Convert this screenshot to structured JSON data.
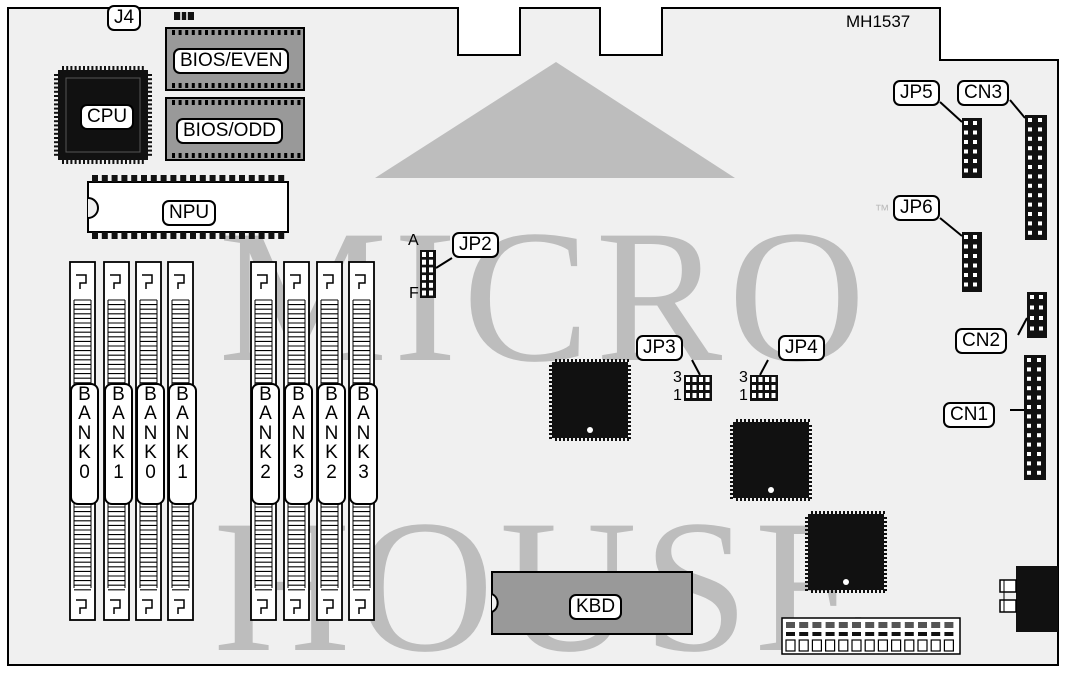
{
  "board_id": "MH1537",
  "tm": "™",
  "watermark": {
    "text_line1": "MICRO",
    "text_line2": "HOUSE"
  },
  "components": {
    "cpu": "CPU",
    "npu": "NPU",
    "bios_even": "BIOS/EVEN",
    "bios_odd": "BIOS/ODD",
    "kbd": "KBD"
  },
  "jumpers": {
    "j4": "J4",
    "jp2": "JP2",
    "jp2_top_pin": "A",
    "jp2_bottom_pin": "F",
    "jp3": "JP3",
    "jp4": "JP4",
    "jp5": "JP5",
    "jp6": "JP6",
    "pin3": "3",
    "pin1": "1"
  },
  "connectors": {
    "cn1": "CN1",
    "cn2": "CN2",
    "cn3": "CN3"
  },
  "banks": [
    {
      "letters": [
        "B",
        "A",
        "N",
        "K",
        "0"
      ]
    },
    {
      "letters": [
        "B",
        "A",
        "N",
        "K",
        "1"
      ]
    },
    {
      "letters": [
        "B",
        "A",
        "N",
        "K",
        "0"
      ]
    },
    {
      "letters": [
        "B",
        "A",
        "N",
        "K",
        "1"
      ]
    },
    {
      "letters": [
        "B",
        "A",
        "N",
        "K",
        "2"
      ]
    },
    {
      "letters": [
        "B",
        "A",
        "N",
        "K",
        "3"
      ]
    },
    {
      "letters": [
        "B",
        "A",
        "N",
        "K",
        "2"
      ]
    },
    {
      "letters": [
        "B",
        "A",
        "N",
        "K",
        "3"
      ]
    }
  ]
}
